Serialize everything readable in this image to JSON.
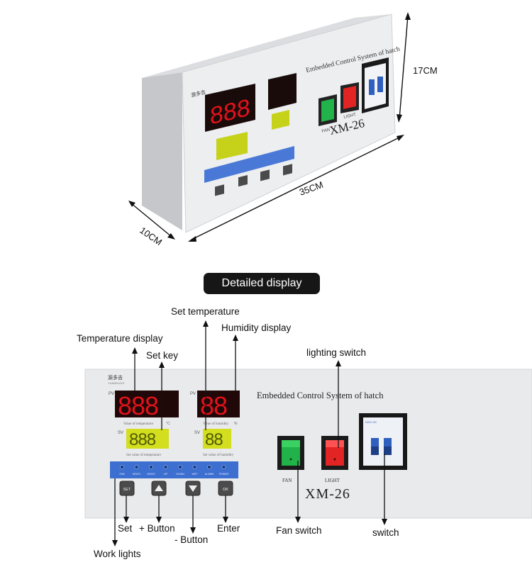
{
  "product": {
    "brand": "源多吉",
    "title": "Embedded Control System of hatch",
    "model": "XM-26",
    "display_digits_large": "888",
    "display_digits_small": "88",
    "label_pv": "PV",
    "label_sv": "SV",
    "label_temp_value": "Value of temperature",
    "label_temp_unit": "°C",
    "label_temp_set": "Set value of temperature",
    "label_hum_value": "Value of humidity",
    "label_hum_unit": "%",
    "label_hum_set": "Set value of humidity",
    "led_labels": [
      "FAN",
      "HEAT1",
      "HEAT2",
      "UP",
      "DOWN",
      "WET",
      "ALARM",
      "POWER"
    ],
    "button_labels": [
      "SET",
      "▲",
      "▼",
      "OK"
    ],
    "fan_label": "FAN",
    "light_label": "LIGHT",
    "breaker_brand": "DZ47-63"
  },
  "dimensions": {
    "height": "17CM",
    "width": "35CM",
    "depth": "10CM"
  },
  "section_title": "Detailed display",
  "callouts": {
    "temperature_display": "Temperature display",
    "set_key": "Set key",
    "set_temperature": "Set temperature",
    "humidity_display": "Humidity display",
    "lighting_switch": "lighting switch",
    "set": "Set",
    "plus_button": "+ Button",
    "minus_button": "- Button",
    "enter": "Enter",
    "fan_switch": "Fan switch",
    "switch": "switch",
    "work_lights": "Work lights"
  },
  "colors": {
    "panel": "#e9eaec",
    "panel_side": "#c9cbcf",
    "display_red": "#e2121b",
    "display_yellow": "#d8e21a",
    "led_strip": "#3d6fd0",
    "fan_switch": "#21b24a",
    "light_switch": "#e32424"
  }
}
